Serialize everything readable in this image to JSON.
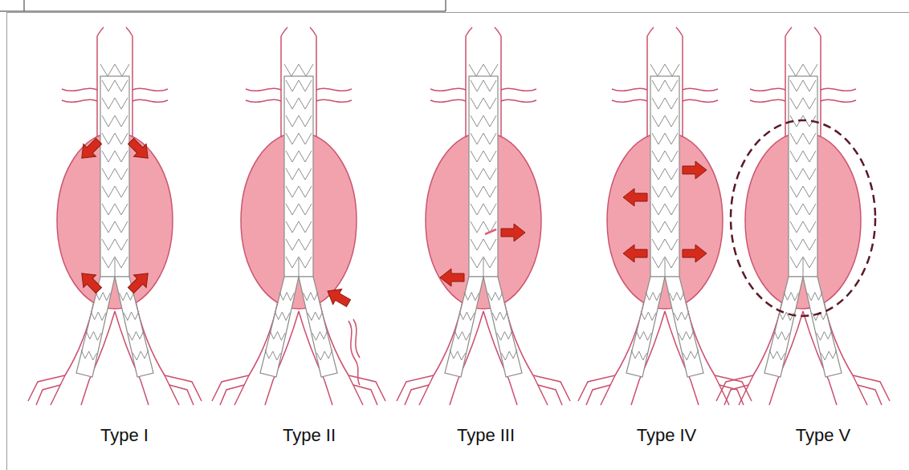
{
  "diagram": {
    "labels": [
      "Type I",
      "Type II",
      "Type III",
      "Type IV",
      "Type V"
    ]
  }
}
